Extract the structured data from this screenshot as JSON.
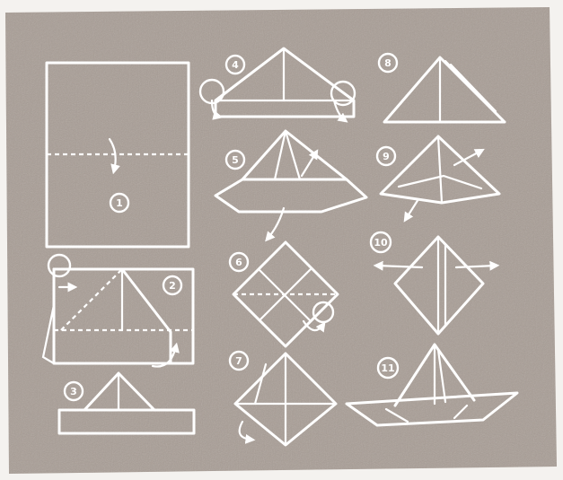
{
  "steps": [
    {
      "label": "1"
    },
    {
      "label": "2"
    },
    {
      "label": "3"
    },
    {
      "label": "4"
    },
    {
      "label": "5"
    },
    {
      "label": "6"
    },
    {
      "label": "7"
    },
    {
      "label": "8"
    },
    {
      "label": "9"
    },
    {
      "label": "10"
    },
    {
      "label": "11"
    }
  ],
  "colors": {
    "paper": "#a89d95",
    "lines": "#ffffff",
    "background": "#f4f2ef"
  }
}
